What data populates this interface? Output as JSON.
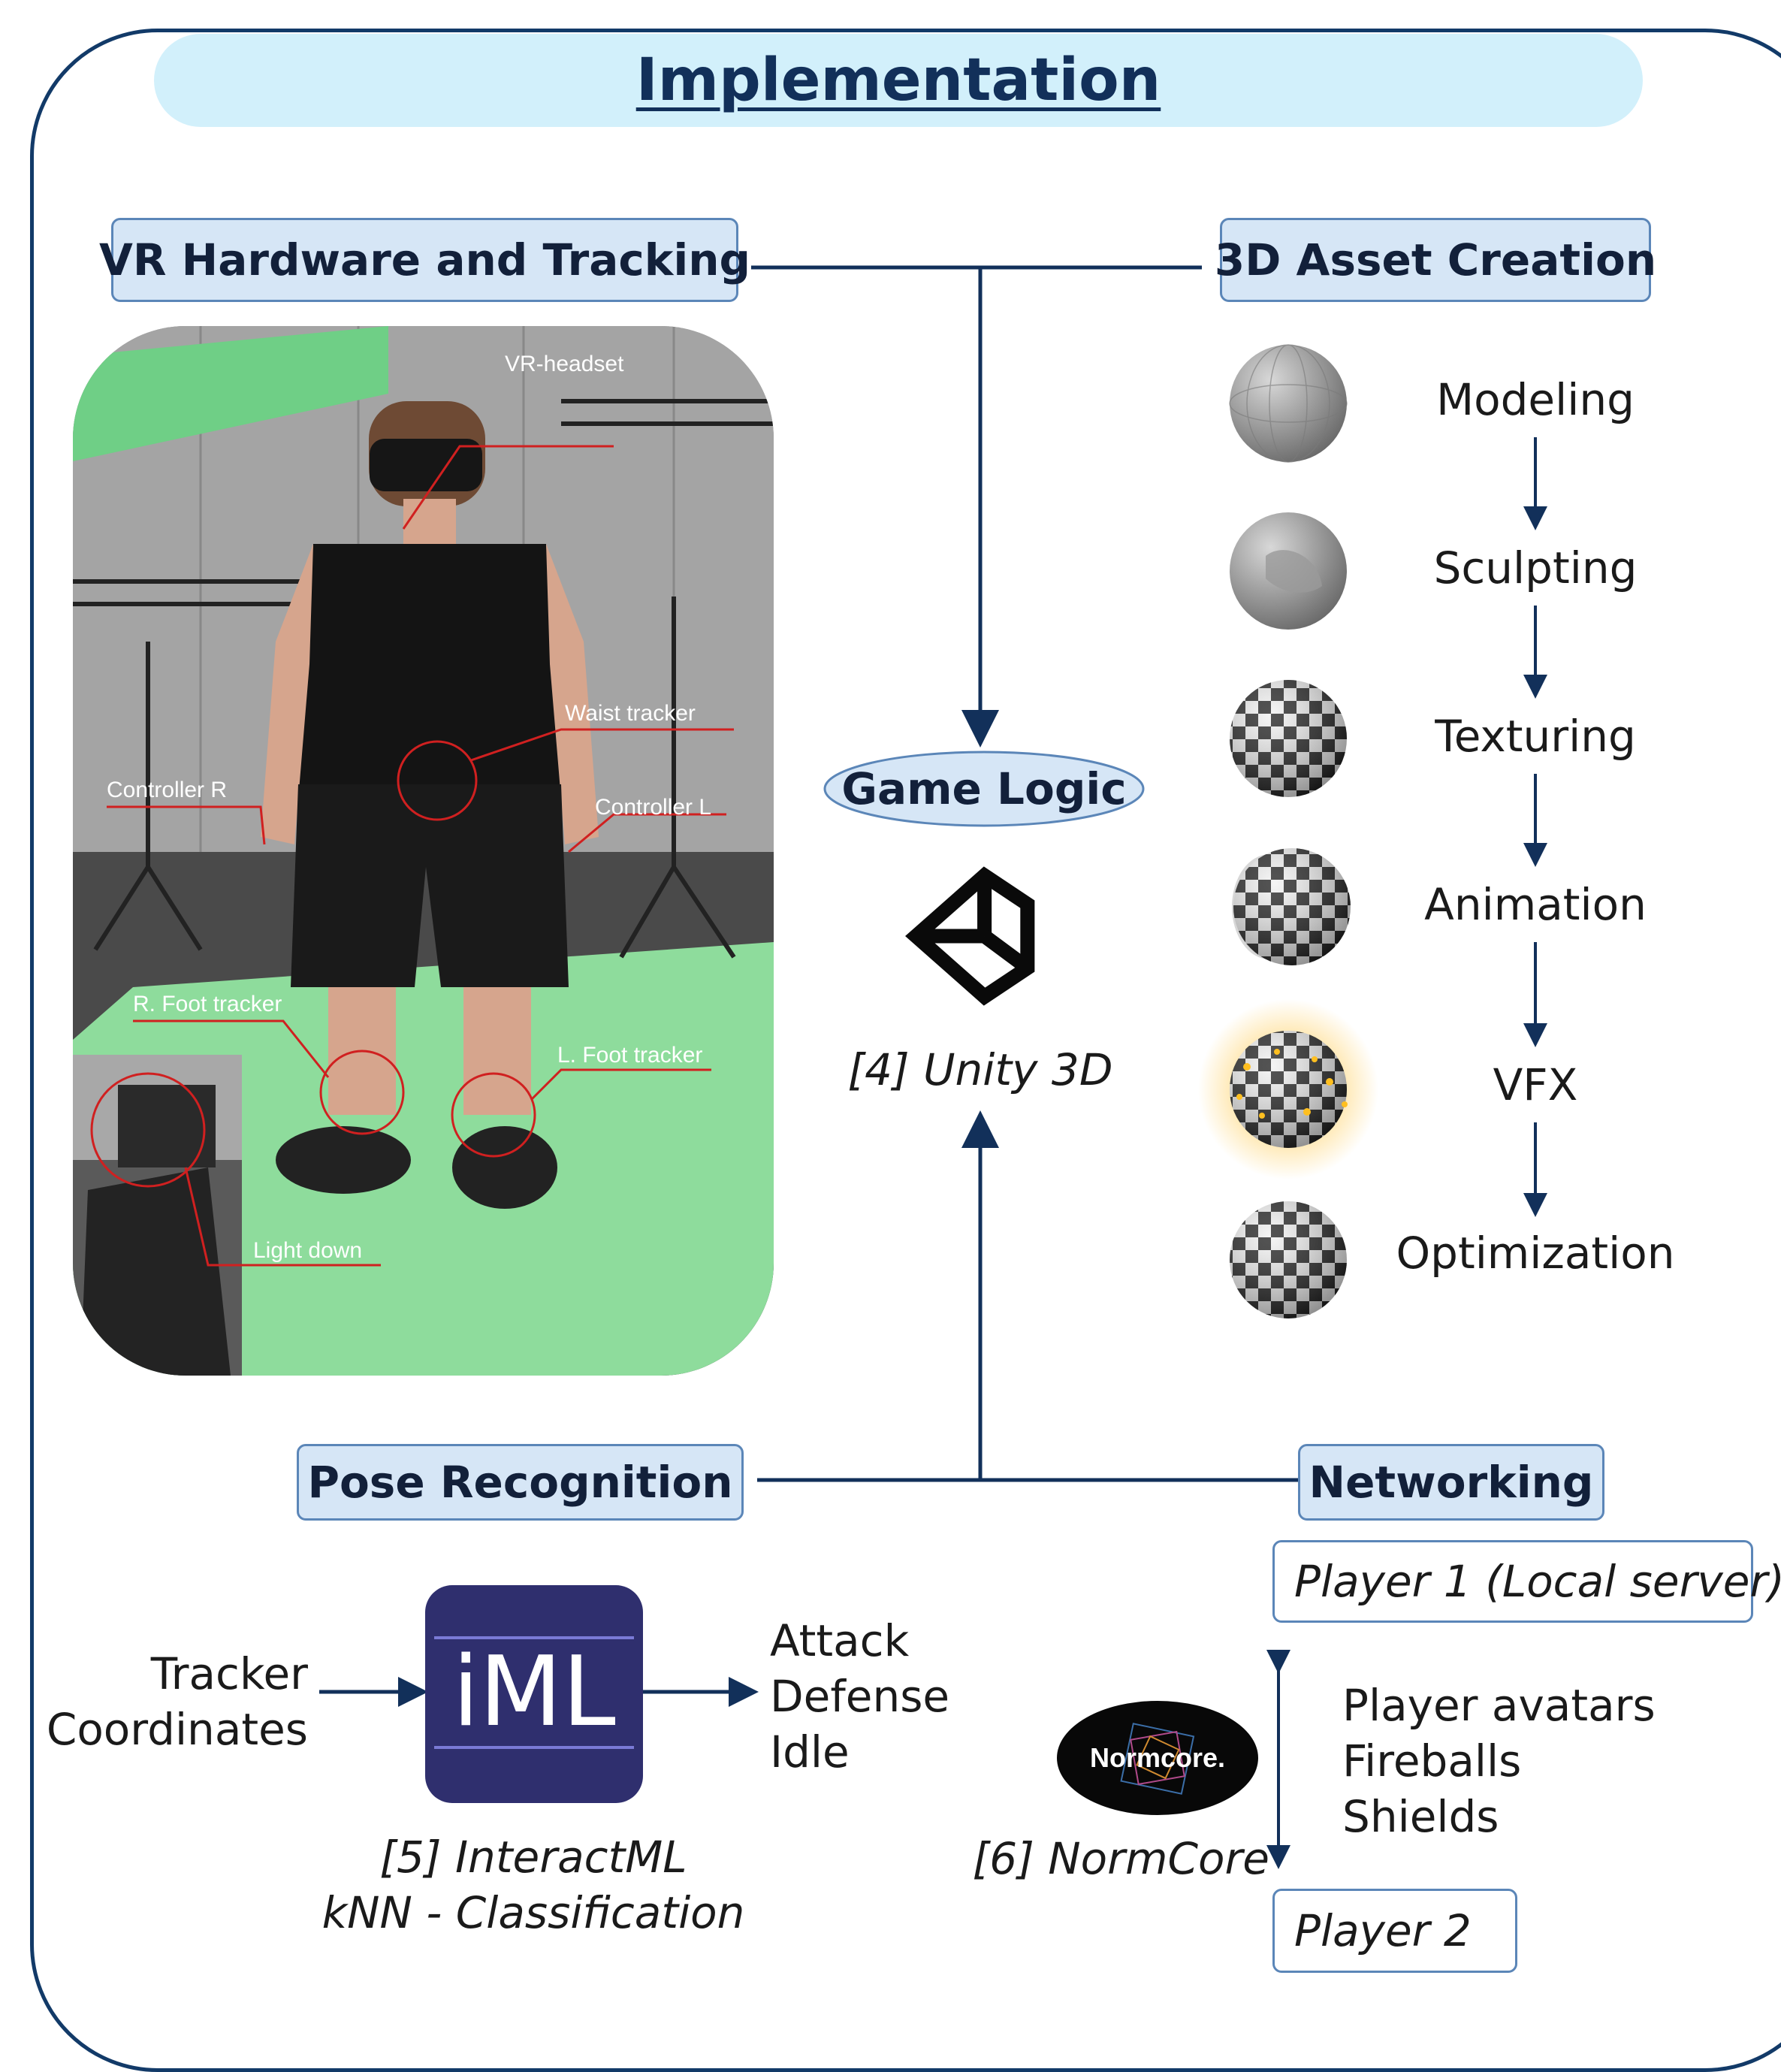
{
  "title": "Implementation",
  "sections": {
    "vr": "VR Hardware and Tracking",
    "asset": "3D Asset Creation",
    "pose": "Pose Recognition",
    "net": "Networking"
  },
  "game_logic": "Game Logic",
  "unity_caption": "[4] Unity 3D",
  "photo_labels": {
    "headset": "VR-headset",
    "waist": "Waist tracker",
    "controller_r": "Controller R",
    "controller_l": "Controller L",
    "r_foot": "R. Foot tracker",
    "l_foot": "L. Foot tracker",
    "light": "Light down"
  },
  "asset_steps": [
    "Modeling",
    "Sculpting",
    "Texturing",
    "Animation",
    "VFX",
    "Optimization"
  ],
  "pose": {
    "input_line1": "Tracker",
    "input_line2": "Coordinates",
    "iml_logo": "iML",
    "outputs": [
      "Attack",
      "Defense",
      "Idle"
    ],
    "caption_line1": "[5] InteractML",
    "caption_line2": "kNN - Classification"
  },
  "networking": {
    "player1": "Player 1 (Local server)",
    "player2": "Player 2",
    "normcore_logo": "Normcore.",
    "caption": "[6] NormCore",
    "synced": [
      "Player avatars",
      "Fireballs",
      "Shields"
    ]
  },
  "colors": {
    "navy": "#12305a",
    "banner_bg": "#d2f0fb",
    "section_bg": "#d6e6f6",
    "section_border": "#5b86b8",
    "iml_bg": "#2f2f6e",
    "photo_green": "#8edc9c"
  }
}
